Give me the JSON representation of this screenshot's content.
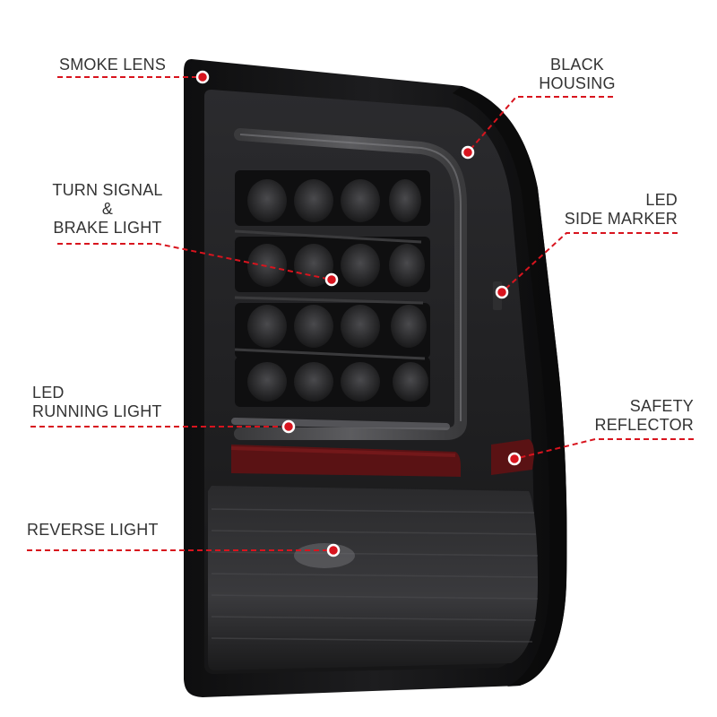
{
  "colors": {
    "callout": "#d8141e",
    "text": "#333333",
    "housing": "#151515",
    "lens": "#2a2a2c"
  },
  "callouts": {
    "smoke_lens": [
      "SMOKE LENS"
    ],
    "black_housing": [
      "BLACK",
      "HOUSING"
    ],
    "turn_brake": [
      "TURN SIGNAL",
      "&",
      "BRAKE LIGHT"
    ],
    "led_side_marker": [
      "LED",
      "SIDE MARKER"
    ],
    "led_running_light": [
      "LED",
      "RUNNING LIGHT"
    ],
    "safety_reflector": [
      "SAFETY",
      "REFLECTOR"
    ],
    "reverse_light": [
      "REVERSE LIGHT"
    ]
  }
}
